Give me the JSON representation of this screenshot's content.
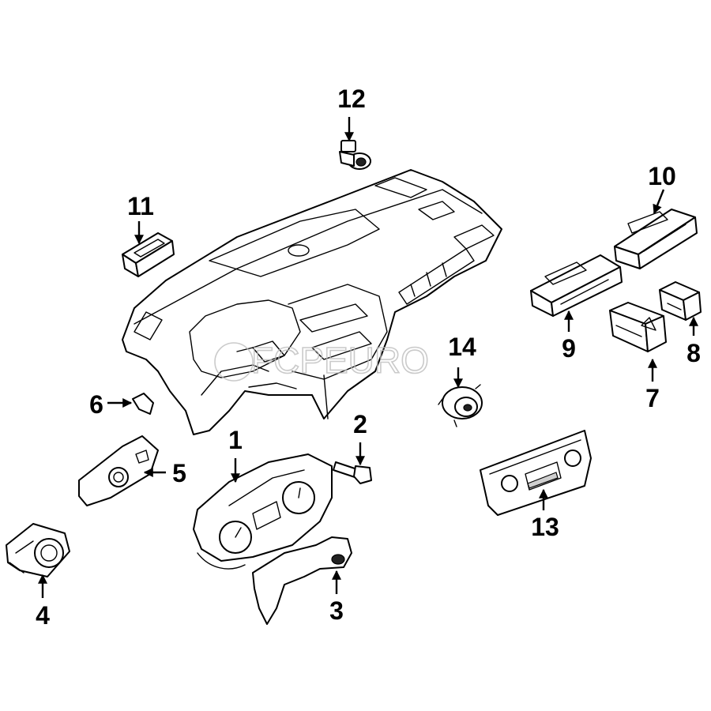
{
  "callouts": [
    {
      "id": "1",
      "text": "1"
    },
    {
      "id": "2",
      "text": "2"
    },
    {
      "id": "3",
      "text": "3"
    },
    {
      "id": "4",
      "text": "4"
    },
    {
      "id": "5",
      "text": "5"
    },
    {
      "id": "6",
      "text": "6"
    },
    {
      "id": "7",
      "text": "7"
    },
    {
      "id": "8",
      "text": "8"
    },
    {
      "id": "9",
      "text": "9"
    },
    {
      "id": "10",
      "text": "10"
    },
    {
      "id": "11",
      "text": "11"
    },
    {
      "id": "12",
      "text": "12"
    },
    {
      "id": "13",
      "text": "13"
    },
    {
      "id": "14",
      "text": "14"
    }
  ],
  "watermark": {
    "text": "FCPEURO"
  },
  "colors": {
    "line": "#000000",
    "background": "#ffffff",
    "watermark": "#bdbdbd"
  }
}
